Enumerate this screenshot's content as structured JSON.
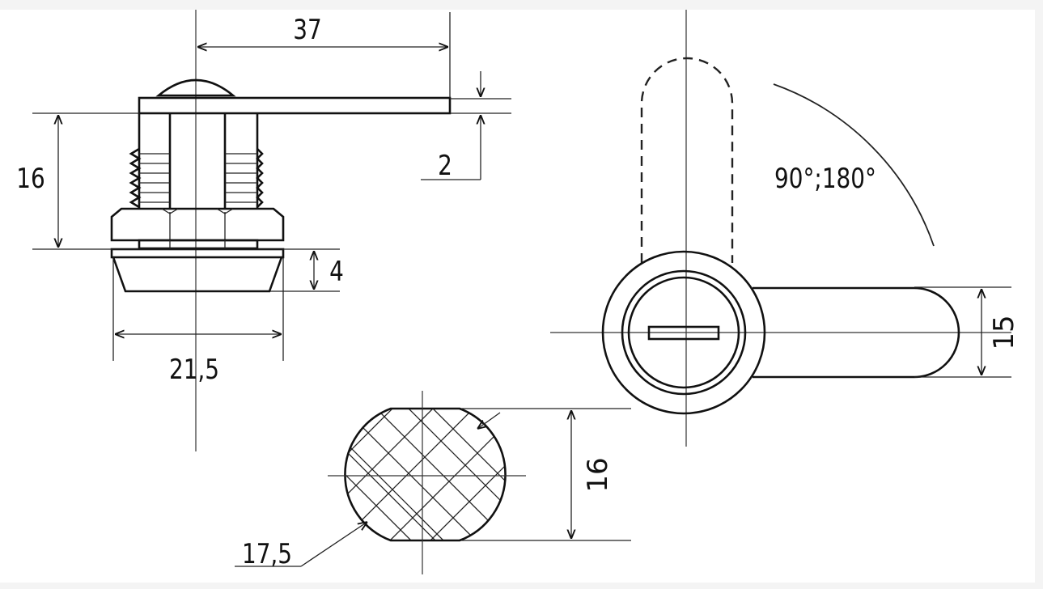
{
  "drawing": {
    "side_view": {
      "lever_length": "37",
      "lever_thickness": "2",
      "body_height": "16",
      "base_height": "4",
      "base_diameter": "21,5"
    },
    "front_view": {
      "rotation_angle": "90°;180°",
      "lever_width": "15"
    },
    "section_view": {
      "flat_width": "16",
      "diameter": "17,5"
    }
  }
}
